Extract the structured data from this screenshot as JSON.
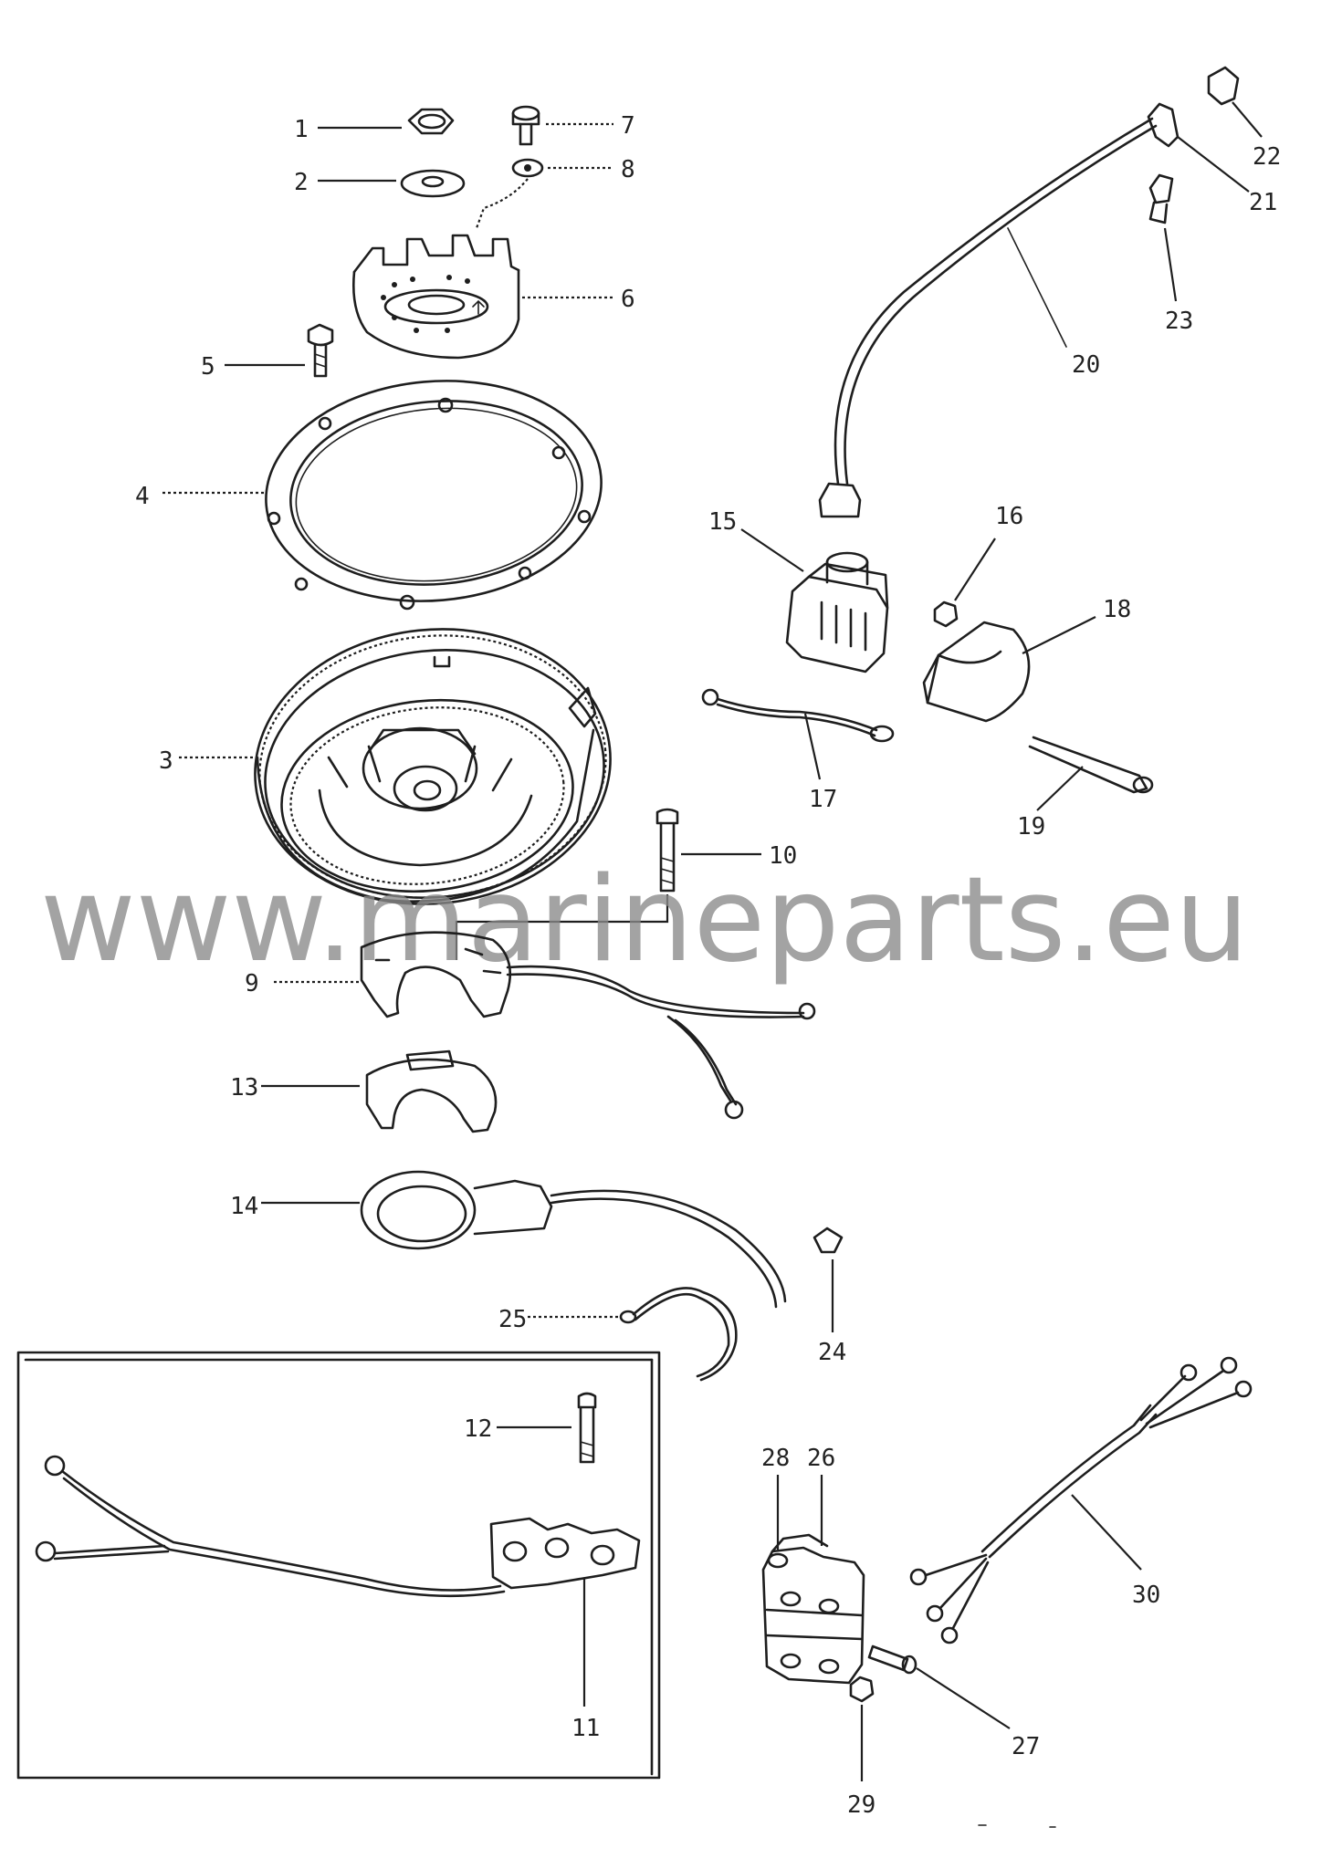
{
  "watermark": "www.marineparts.eu",
  "labels": {
    "p1": "1",
    "p2": "2",
    "p3": "3",
    "p4": "4",
    "p5": "5",
    "p6": "6",
    "p7": "7",
    "p8": "8",
    "p9": "9",
    "p10": "10",
    "p11": "11",
    "p12": "12",
    "p13": "13",
    "p14": "14",
    "p15": "15",
    "p16": "16",
    "p17": "17",
    "p18": "18",
    "p19": "19",
    "p20": "20",
    "p21": "21",
    "p22": "22",
    "p23": "23",
    "p24": "24",
    "p25": "25",
    "p26": "26",
    "p27": "27",
    "p28": "28",
    "p29": "29",
    "p30": "30"
  }
}
